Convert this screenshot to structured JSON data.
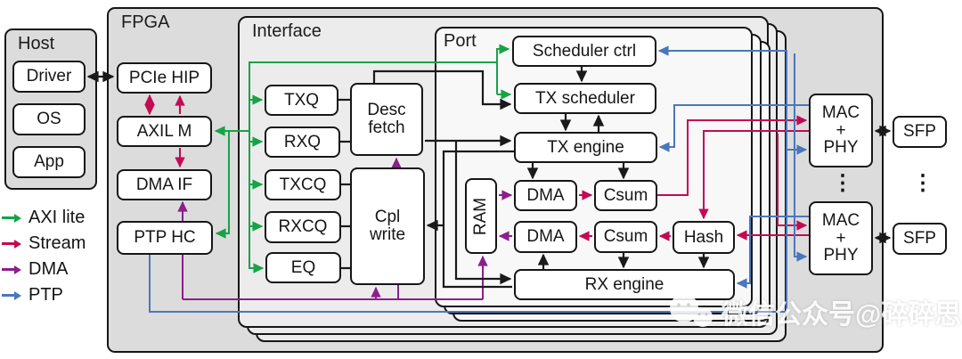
{
  "host": {
    "label": "Host",
    "items": [
      "Driver",
      "OS",
      "App"
    ]
  },
  "fpga": {
    "label": "FPGA",
    "pcie_hip": "PCIe HIP",
    "axil_m": "AXIL M",
    "dma_if": "DMA IF",
    "ptp_hc": "PTP HC"
  },
  "interface": {
    "label": "Interface",
    "txq": "TXQ",
    "rxq": "RXQ",
    "txcq": "TXCQ",
    "rxcq": "RXCQ",
    "eq": "EQ",
    "desc_fetch": "Desc fetch",
    "cpl_write": "Cpl write"
  },
  "port": {
    "label": "Port",
    "scheduler_ctrl": "Scheduler ctrl",
    "tx_scheduler": "TX scheduler",
    "tx_engine": "TX engine",
    "ram": "RAM",
    "dma": "DMA",
    "csum": "Csum",
    "hash": "Hash",
    "rx_engine": "RX engine"
  },
  "network": {
    "mac_phy_lines": [
      "MAC",
      "+",
      "PHY"
    ],
    "sfp": "SFP",
    "ellipsis": "⋮"
  },
  "legend": {
    "items": [
      {
        "label": "AXI lite",
        "color": "#16a348"
      },
      {
        "label": "Stream",
        "color": "#c30a52"
      },
      {
        "label": "DMA",
        "color": "#8b1f8b"
      },
      {
        "label": "PTP",
        "color": "#4a77bb"
      }
    ]
  },
  "watermark": {
    "text": "微信公众号@碎碎思"
  },
  "colors": {
    "axi_lite": "#16a348",
    "stream": "#c30a52",
    "dma": "#8b1f8b",
    "ptp": "#4a77bb",
    "wire": "#1a1a1a"
  }
}
